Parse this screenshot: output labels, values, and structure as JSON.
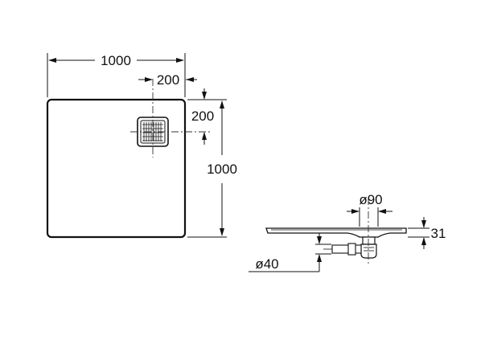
{
  "plan_view": {
    "width_label": "1000",
    "height_label": "1000",
    "drain_offset_x_label": "200",
    "drain_offset_y_label": "200"
  },
  "side_view": {
    "drain_diameter_label": "ø90",
    "pipe_diameter_label": "ø40",
    "thickness_label": "31"
  }
}
